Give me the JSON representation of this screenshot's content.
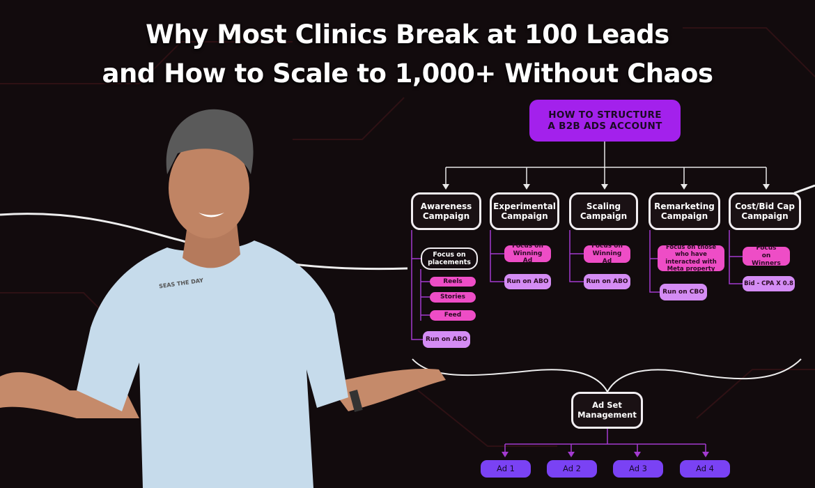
{
  "headline": {
    "line1": "Why Most Clinics Break at 100 Leads",
    "line2": "and How to Scale to 1,000+ Without Chaos"
  },
  "diagram": {
    "root": "HOW TO STRUCTURE A B2B ADS ACCOUNT",
    "campaigns": [
      {
        "title": "Awareness Campaign",
        "focus": "Focus on placements",
        "placements": [
          "Reels",
          "Stories",
          "Feed"
        ],
        "run": "Run on ABO"
      },
      {
        "title": "Experimental Campaign",
        "focus": "Focus on Winning Ad",
        "run": "Run on ABO"
      },
      {
        "title": "Scaling Campaign",
        "focus": "Focus on Winning Ad",
        "run": "Run on ABO"
      },
      {
        "title": "Remarketing Campaign",
        "focus": "Focus on those who have interacted with Meta property",
        "run": "Run on CBO"
      },
      {
        "title": "Cost/Bid Cap Campaign",
        "focus": "Focus on Winners",
        "run": "Bid - CPA X 0.8"
      }
    ],
    "adset": "Ad Set Management",
    "ads": [
      "Ad 1",
      "Ad 2",
      "Ad 3",
      "Ad 4"
    ]
  },
  "colors": {
    "background": "#120b0d",
    "root": "#a321ec",
    "focus_pill": "#ee4dc6",
    "run_pill": "#d48cf4",
    "ad_pill": "#7a42f4",
    "connector": "#a33ad0"
  },
  "photo": {
    "shirt_text": "SEAS THE DAY"
  }
}
